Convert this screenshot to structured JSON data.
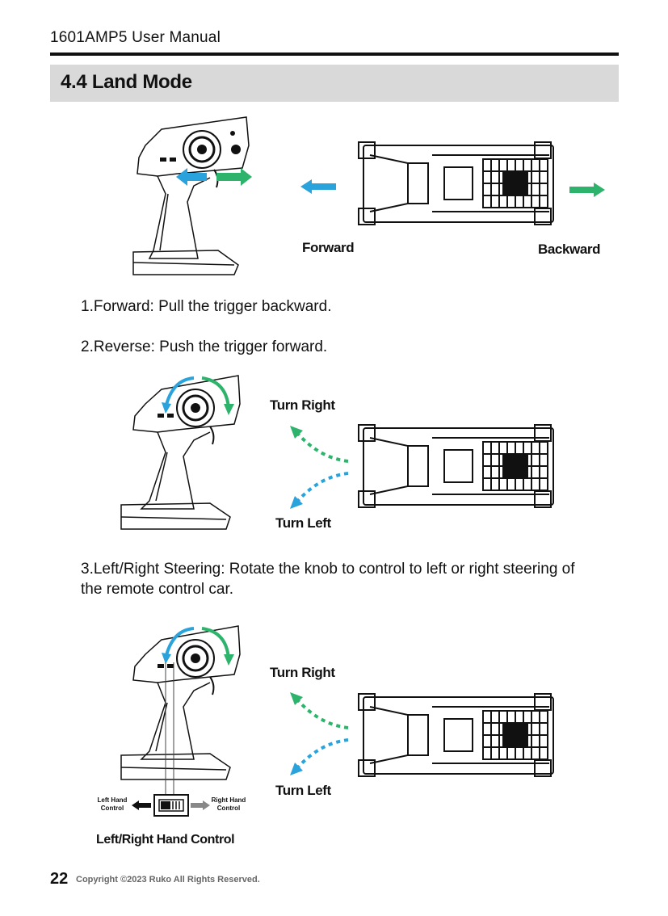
{
  "header": {
    "title": "1601AMP5 User Manual"
  },
  "section": {
    "title": "4.4 Land Mode"
  },
  "figure1": {
    "forward_label": "Forward",
    "backward_label": "Backward"
  },
  "instructions": {
    "step1": "1.Forward: Pull the trigger backward.",
    "step2": "2.Reverse: Push the trigger forward.",
    "step3": "3.Left/Right Steering: Rotate the knob to control to left or right steering of the remote control car."
  },
  "figure2": {
    "turn_right_label": "Turn Right",
    "turn_left_label": "Turn Left"
  },
  "figure3": {
    "turn_right_label": "Turn Right",
    "turn_left_label": "Turn Left",
    "left_hand_label": "Left Hand Control",
    "right_hand_label": "Right Hand Control",
    "caption": "Left/Right Hand Control"
  },
  "footer": {
    "page_number": "22",
    "copyright": "Copyright ©2023 Ruko All Rights Reserved."
  },
  "colors": {
    "blue_arrow": "#2aa3dc",
    "green_arrow": "#2db36b",
    "section_bar": "#d9d9d9"
  }
}
